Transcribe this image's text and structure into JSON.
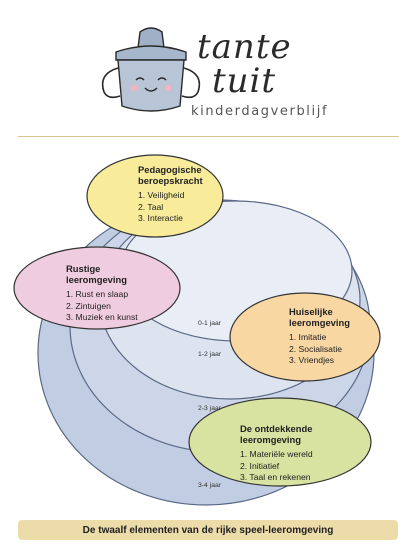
{
  "brand": {
    "name_line1": "tante",
    "name_line2": "tuit",
    "subtitle": "kinderdagverblijf"
  },
  "diagram": {
    "ring_labels": [
      "0-1 jaar",
      "1-2 jaar",
      "2-3 jaar",
      "3-4 jaar"
    ],
    "ring_colors": [
      "#e9edf5",
      "#dde3ef",
      "#cdd6e9",
      "#c1cde3"
    ],
    "bubbles": [
      {
        "title": "Pedagogische beroepskracht",
        "items": [
          "1. Veiligheid",
          "2. Taal",
          "3. Interactie"
        ],
        "color": "#f8ec9b"
      },
      {
        "title": "Rustige leeromgeving",
        "items": [
          "1. Rust en slaap",
          "2. Zintuigen",
          "3. Muziek en kunst"
        ],
        "color": "#f0cce0"
      },
      {
        "title": "Huiselijke leeromgeving",
        "items": [
          "1. Imitatie",
          "2. Socialisatie",
          "3. Vriendjes"
        ],
        "color": "#f8d7a3"
      },
      {
        "title": "De ontdekkende leeromgeving",
        "items": [
          "1. Materiële wereld",
          "2. Initiatief",
          "3. Taal en rekenen"
        ],
        "color": "#d8e3a2"
      }
    ]
  },
  "footer": {
    "caption": "De twaalf elementen van de rijke speel-leeromgeving"
  }
}
